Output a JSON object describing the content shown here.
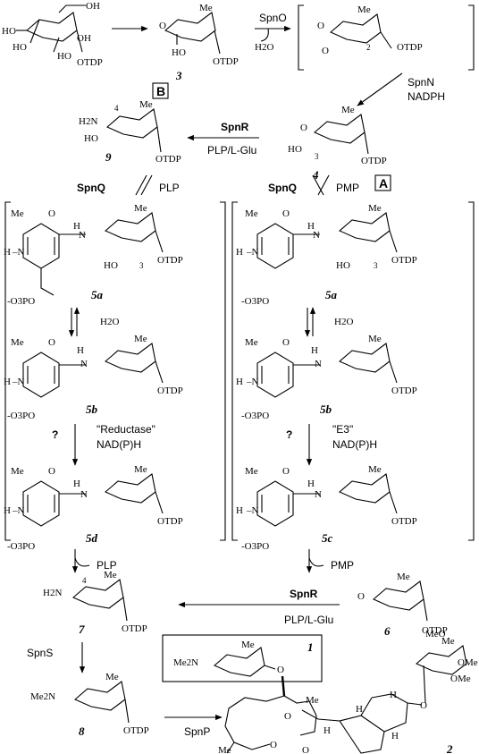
{
  "compounds": {
    "c3": "3",
    "c4": "4",
    "c9": "9",
    "c5a_left": "5a",
    "c5a_right": "5a",
    "c5b_left": "5b",
    "c5b_right": "5b",
    "c5d": "5d",
    "c5c": "5c",
    "c7": "7",
    "c6": "6",
    "c8": "8",
    "c1": "1",
    "c2": "2"
  },
  "enzymes": {
    "spnO": "SpnO",
    "spnN": "SpnN",
    "nadph": "NADPH",
    "spnR_top": "SpnR",
    "plp_lglu_top": "PLP/L-Glu",
    "spnQ_left": "SpnQ",
    "plp_left": "PLP",
    "spnQ_right": "SpnQ",
    "pmp_right": "PMP",
    "reductase": "\"Reductase\"",
    "nadph_left": "NAD(P)H",
    "e3": "\"E3\"",
    "nadph_right": "NAD(P)H",
    "plp_out": "PLP",
    "pmp_out": "PMP",
    "spnR_bottom": "SpnR",
    "plp_lglu_bottom": "PLP/L-Glu",
    "spnS": "SpnS",
    "spnP": "SpnP"
  },
  "labels": {
    "water_top": "H2O",
    "water_left": "H2O",
    "water_right": "H2O",
    "question_left": "?",
    "question_right": "?",
    "path_a": "A",
    "path_b": "B"
  },
  "groups": {
    "otdp": "OTDP",
    "oh": "OH",
    "ho": "HO",
    "me": "Me",
    "h2n": "H2N",
    "me2n": "Me2N",
    "nh": "H",
    "opo3": "-O3PO",
    "ome": "OMe",
    "meo": "MeO"
  }
}
